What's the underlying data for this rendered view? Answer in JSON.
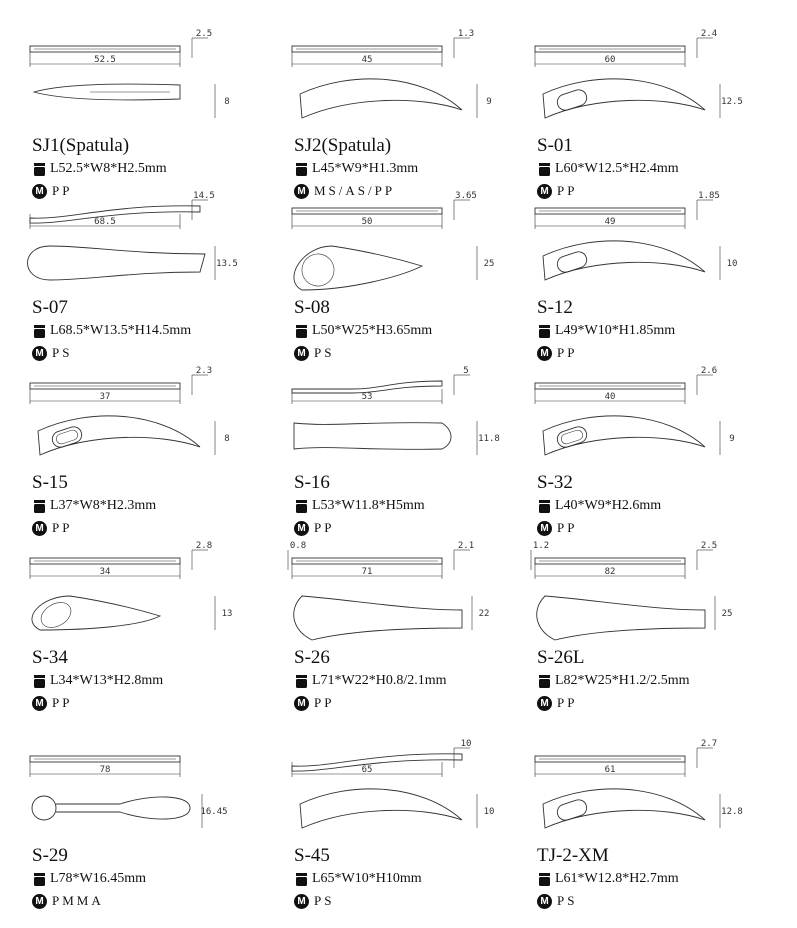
{
  "items": [
    {
      "name": "SJ1(Spatula)",
      "spec": "L52.5*W8*H2.5mm",
      "material": "PP",
      "length": "52.5",
      "height": "2.5",
      "width": "8",
      "shape": "spatula"
    },
    {
      "name": "SJ2(Spatula)",
      "spec": "L45*W9*H1.3mm",
      "material": "MS/AS/PP",
      "length": "45",
      "height": "1.3",
      "width": "9",
      "shape": "arc-flat"
    },
    {
      "name": "S-01",
      "spec": "L60*W12.5*H2.4mm",
      "material": "PP",
      "length": "60",
      "height": "2.4",
      "width": "12.5",
      "shape": "arc-slot"
    },
    {
      "name": "S-07",
      "spec": "L68.5*W13.5*H14.5mm",
      "material": "PS",
      "length": "68.5",
      "height": "14.5",
      "width": "13.5",
      "shape": "paddle"
    },
    {
      "name": "S-08",
      "spec": "L50*W25*H3.65mm",
      "material": "PS",
      "length": "50",
      "height": "3.65",
      "width": "25",
      "shape": "scoop-wide"
    },
    {
      "name": "S-12",
      "spec": "L49*W10*H1.85mm",
      "material": "PP",
      "length": "49",
      "height": "1.85",
      "width": "10",
      "shape": "arc-slot"
    },
    {
      "name": "S-15",
      "spec": "L37*W8*H2.3mm",
      "material": "PP",
      "length": "37",
      "height": "2.3",
      "width": "8",
      "shape": "arc-ring"
    },
    {
      "name": "S-16",
      "spec": "L53*W11.8*H5mm",
      "material": "PP",
      "length": "53",
      "height": "5",
      "width": "11.8",
      "shape": "stick"
    },
    {
      "name": "S-32",
      "spec": "L40*W9*H2.6mm",
      "material": "PP",
      "length": "40",
      "height": "2.6",
      "width": "9",
      "shape": "arc-ring"
    },
    {
      "name": "S-34",
      "spec": "L34*W13*H2.8mm",
      "material": "PP",
      "length": "34",
      "height": "2.8",
      "width": "13",
      "shape": "scoop"
    },
    {
      "name": "S-26",
      "spec": "L71*W22*H0.8/2.1mm",
      "material": "PP",
      "length": "71",
      "height": "2.1",
      "height2": "0.8",
      "width": "22",
      "shape": "blade"
    },
    {
      "name": "S-26L",
      "spec": "L82*W25*H1.2/2.5mm",
      "material": "PP",
      "length": "82",
      "height": "2.5",
      "height2": "1.2",
      "width": "25",
      "shape": "blade"
    },
    {
      "name": "S-29",
      "spec": "L78*W16.45mm",
      "material": "PMMA",
      "length": "78",
      "width": "16.45",
      "shape": "double"
    },
    {
      "name": "S-45",
      "spec": "L65*W10*H10mm",
      "material": "PS",
      "length": "65",
      "height": "10",
      "width": "10",
      "shape": "arc-plain"
    },
    {
      "name": "TJ-2-XM",
      "spec": "L61*W12.8*H2.7mm",
      "material": "PS",
      "length": "61",
      "height": "2.7",
      "width": "12.8",
      "shape": "arc-slot"
    }
  ],
  "icons": {
    "spec": "jar-icon",
    "material": "m-circle-icon",
    "material_letter": "M"
  }
}
